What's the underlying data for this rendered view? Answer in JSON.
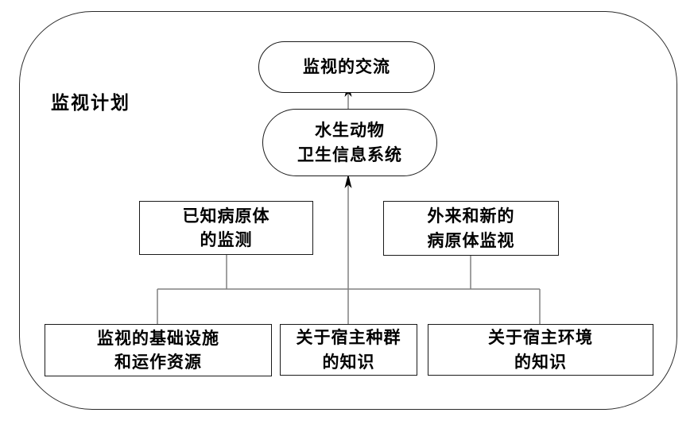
{
  "diagram": {
    "type": "flowchart",
    "container_label": "监视计划",
    "nodes": {
      "communication": {
        "label": "监视的交流",
        "shape": "stadium"
      },
      "info_system": {
        "label": "水生动物\n卫生信息系统",
        "shape": "stadium"
      },
      "known_pathogens": {
        "label": "已知病原体\n的监测",
        "shape": "rect"
      },
      "exotic_pathogens": {
        "label": "外来和新的\n病原体监视",
        "shape": "rect"
      },
      "infrastructure": {
        "label": "监视的基础设施\n和运作资源",
        "shape": "rect"
      },
      "host_population": {
        "label": "关于宿主种群\n的知识",
        "shape": "rect"
      },
      "host_environment": {
        "label": "关于宿主环境\n的知识",
        "shape": "rect"
      }
    },
    "edges": [
      {
        "from": "info_system",
        "to": "communication",
        "arrow": true
      },
      {
        "from": "connector_bus",
        "to": "info_system",
        "arrow": true
      },
      {
        "from": "known_pathogens",
        "to": "connector_bus",
        "arrow": false
      },
      {
        "from": "exotic_pathogens",
        "to": "connector_bus",
        "arrow": false
      },
      {
        "from": "infrastructure",
        "to": "connector_bus",
        "arrow": false
      },
      {
        "from": "host_population",
        "to": "connector_bus",
        "arrow": false
      },
      {
        "from": "host_environment",
        "to": "connector_bus",
        "arrow": false
      }
    ],
    "colors": {
      "background": "#ffffff",
      "box_border": "#1a1a1a",
      "connector": "#808080",
      "arrowhead": "#000000",
      "text": "#000000"
    }
  }
}
